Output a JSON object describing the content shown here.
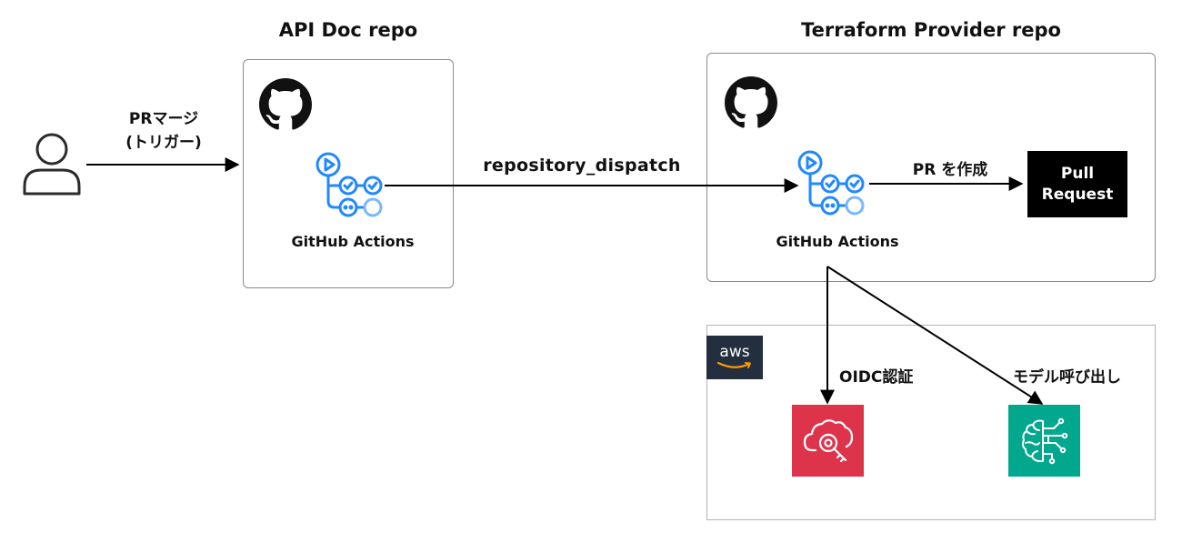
{
  "groups": {
    "api_doc": {
      "title": "API Doc repo"
    },
    "terraform": {
      "title": "Terraform Provider repo"
    }
  },
  "nodes": {
    "user": {
      "icon": "user-icon"
    },
    "api_actions": {
      "label": "GitHub Actions",
      "icon": "github-actions-icon"
    },
    "tf_actions": {
      "label": "GitHub Actions",
      "icon": "github-actions-icon"
    },
    "pull_request": {
      "line1": "Pull",
      "line2": "Request"
    },
    "aws": {
      "badge": "aws",
      "icon": "aws-logo"
    },
    "iam": {
      "icon": "iam-identity-icon",
      "color": "#dd344c"
    },
    "bedrock": {
      "icon": "bedrock-brain-icon",
      "color": "#01a88d"
    }
  },
  "edges": {
    "trigger": {
      "line1": "PRマージ",
      "line2": "(トリガー)"
    },
    "dispatch": {
      "label": "repository_dispatch"
    },
    "create_pr": {
      "label": "PR を作成"
    },
    "oidc": {
      "label": "OIDC認証"
    },
    "model": {
      "label": "モデル呼び出し"
    }
  },
  "colors": {
    "actions_blue": "#2188ff",
    "border": "#8a8a8a",
    "aws_navy": "#232f3e"
  }
}
